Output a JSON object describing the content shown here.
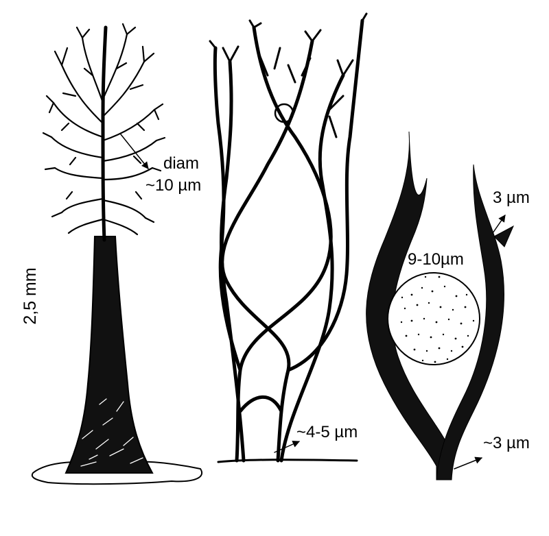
{
  "labels": {
    "height": "2,5 mm",
    "crown_diam_line1": "diam",
    "crown_diam_line2": "~10 µm",
    "trunk_base": "~4-5 µm",
    "cup_wall": "3 µm",
    "sphere": "9-10µm",
    "stem": "~3 µm"
  },
  "colors": {
    "ink": "#000000",
    "paper": "#ffffff"
  },
  "figures": [
    "tree-structure",
    "braided-columns",
    "cup-with-sphere"
  ]
}
